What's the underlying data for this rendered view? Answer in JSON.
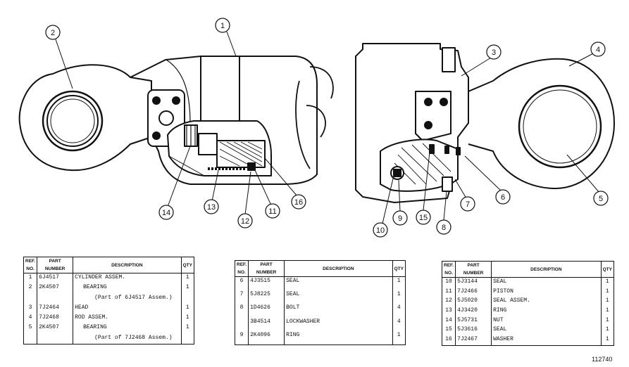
{
  "drawing_number": "112740",
  "callouts": [
    "1",
    "2",
    "3",
    "4",
    "5",
    "6",
    "7",
    "8",
    "9",
    "10",
    "11",
    "12",
    "13",
    "14",
    "15",
    "16"
  ],
  "table1": {
    "headers": {
      "ref": "REF. NO.",
      "part": "PART NUMBER",
      "description": "DESCRIPTION",
      "qty": "QTY"
    },
    "rows": [
      {
        "ref": "1",
        "part": "6J4517",
        "description": "CYLINDER ASSEM.",
        "qty": "1",
        "indent": 0
      },
      {
        "ref": "2",
        "part": "2K4507",
        "description": "BEARING",
        "qty": "1",
        "indent": 1
      },
      {
        "ref": "",
        "part": "",
        "description": "(Part of 6J4517 Assem.)",
        "qty": "",
        "indent": 2
      },
      {
        "ref": "3",
        "part": "7J2464",
        "description": "HEAD",
        "qty": "1",
        "indent": 0
      },
      {
        "ref": "4",
        "part": "7J2468",
        "description": "ROD ASSEM.",
        "qty": "1",
        "indent": 0
      },
      {
        "ref": "5",
        "part": "2K4507",
        "description": "BEARING",
        "qty": "1",
        "indent": 1
      },
      {
        "ref": "",
        "part": "",
        "description": "(Part of 7J2468 Assem.)",
        "qty": "",
        "indent": 2
      }
    ]
  },
  "table2": {
    "headers": {
      "ref": "REF. NO.",
      "part": "PART NUMBER",
      "description": "DESCRIPTION",
      "qty": "QTY"
    },
    "rows": [
      {
        "ref": "6",
        "part": "4J3515",
        "description": "SEAL",
        "qty": "1",
        "indent": 0
      },
      {
        "ref": "7",
        "part": "5J8225",
        "description": "SEAL",
        "qty": "1",
        "indent": 0
      },
      {
        "ref": "8",
        "part": "1D4626",
        "description": "BOLT",
        "qty": "4",
        "indent": 0
      },
      {
        "ref": "",
        "part": "3B4514",
        "description": "LOCKWASHER",
        "qty": "4",
        "indent": 0
      },
      {
        "ref": "9",
        "part": "2K4096",
        "description": "RING",
        "qty": "1",
        "indent": 0
      }
    ]
  },
  "table3": {
    "headers": {
      "ref": "REF. NO.",
      "part": "PART NUMBER",
      "description": "DESCRIPTION",
      "qty": "QTY"
    },
    "rows": [
      {
        "ref": "10",
        "part": "5J3144",
        "description": "SEAL",
        "qty": "1",
        "indent": 0
      },
      {
        "ref": "11",
        "part": "7J2466",
        "description": "PISTON",
        "qty": "1",
        "indent": 0
      },
      {
        "ref": "12",
        "part": "5J5020",
        "description": "SEAL ASSEM.",
        "qty": "1",
        "indent": 0
      },
      {
        "ref": "13",
        "part": "4J3420",
        "description": "RING",
        "qty": "1",
        "indent": 0
      },
      {
        "ref": "14",
        "part": "5J5731",
        "description": "NUT",
        "qty": "1",
        "indent": 0
      },
      {
        "ref": "15",
        "part": "5J3616",
        "description": "SEAL",
        "qty": "1",
        "indent": 0
      },
      {
        "ref": "16",
        "part": "7J2467",
        "description": "WASHER",
        "qty": "1",
        "indent": 0
      }
    ]
  }
}
